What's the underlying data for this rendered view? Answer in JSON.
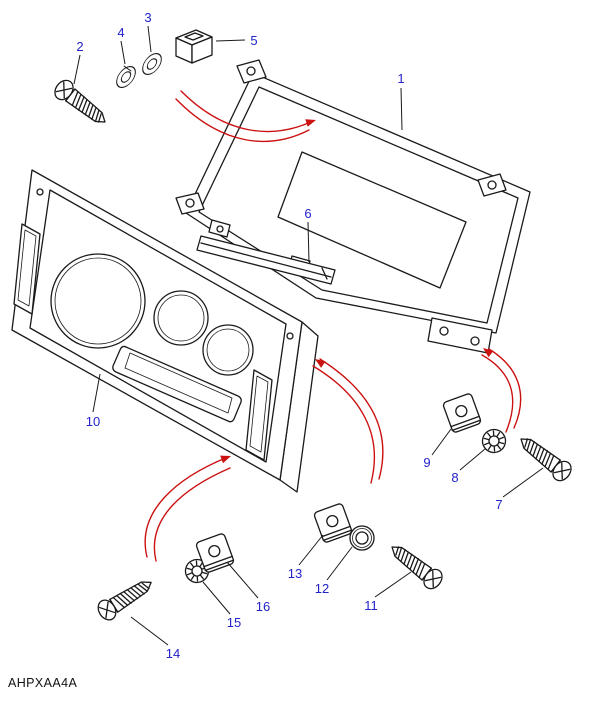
{
  "figure_code": "AHPXAA4A",
  "part_labels": [
    "1",
    "2",
    "3",
    "4",
    "5",
    "6",
    "7",
    "8",
    "9",
    "10",
    "11",
    "12",
    "13",
    "14",
    "15",
    "16"
  ],
  "colors": {
    "label_blue": "#2222cc",
    "arrow_red": "#cc1111",
    "line_black": "#1a1a1a",
    "background": "#ffffff"
  }
}
